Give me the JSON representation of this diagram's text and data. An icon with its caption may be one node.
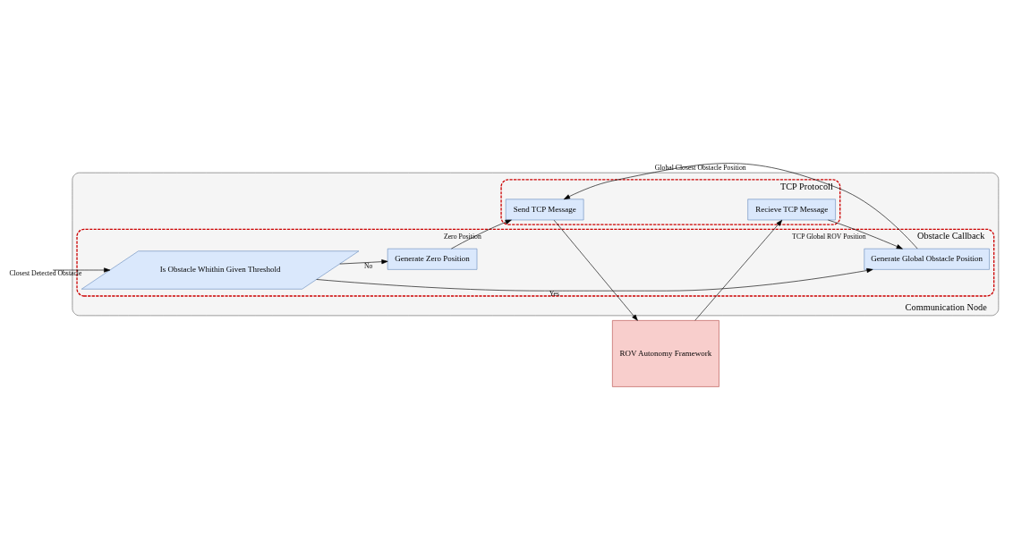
{
  "diagram": {
    "nodes": [
      {
        "text": [
          "Communication Node"
        ]
      },
      {
        "text": [
          "Obstacle Callback"
        ],
        "in": 0
      },
      {
        "text": [
          "Is Obstacle Whithin Given Threshold"
        ],
        "in": 1
      },
      {
        "text": [
          "Generate Zero Position"
        ],
        "in": 1
      },
      {
        "text": [
          "Generate Global Obstacle Position"
        ],
        "in": 1
      },
      {
        "text": [
          "TCP Protocoll"
        ],
        "in": 0
      },
      {
        "text": [
          "Recieve TCP Message"
        ],
        "in": 5
      },
      {
        "text": [
          "Send TCP Message"
        ],
        "in": 5
      },
      {
        "text": [
          "ROV Autonomy Framework"
        ]
      }
    ],
    "edges": [
      {
        "from": null,
        "to": 2,
        "arrow": "to",
        "label": "Closest Detected Obstacle"
      },
      {
        "from": 2,
        "to": 3,
        "arrow": "to",
        "label": "No"
      },
      {
        "from": 2,
        "to": 4,
        "arrow": "to",
        "label": "Yes"
      },
      {
        "from": 6,
        "to": 4,
        "arrow": "to",
        "label": "TCP Global ROV Position"
      },
      {
        "from": 8,
        "to": 6,
        "arrow": "to"
      },
      {
        "from": 4,
        "to": 7,
        "arrow": "to",
        "label": "Global Closest Obstacle Position"
      },
      {
        "from": 3,
        "to": 7,
        "arrow": "to",
        "label": "Zero Position"
      },
      {
        "from": 7,
        "to": 8,
        "arrow": "to"
      }
    ]
  }
}
